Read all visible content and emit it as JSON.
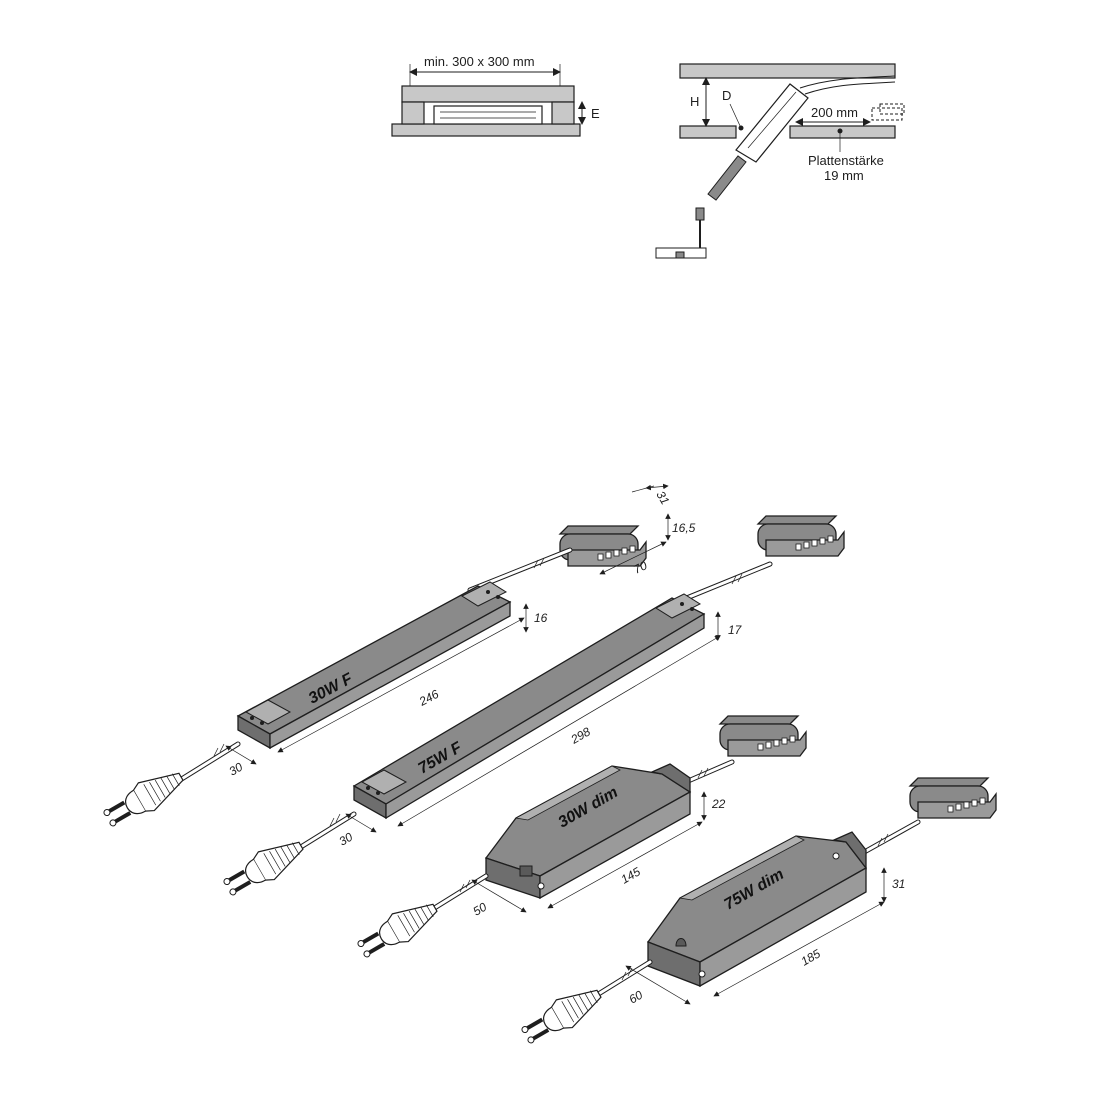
{
  "top_left": {
    "size_label": "min. 300 x 300 mm",
    "e_label": "E"
  },
  "top_right": {
    "h_label": "H",
    "d_label": "D",
    "distance_label": "200 mm",
    "thickness_line1": "Plattenstärke",
    "thickness_line2": "19 mm"
  },
  "units": {
    "30wf": {
      "model": "30W F",
      "length": "246",
      "height": "16",
      "cable": "30"
    },
    "75wf": {
      "model": "75W F",
      "length": "298",
      "height": "17",
      "cable": "30"
    },
    "30wdim": {
      "model": "30W dim",
      "length": "145",
      "height": "22",
      "cable": "50"
    },
    "75wdim": {
      "model": "75W dim",
      "length": "185",
      "height": "31",
      "cable": "60"
    }
  },
  "distributor": {
    "width": "31",
    "height": "16,5",
    "length": "70"
  }
}
